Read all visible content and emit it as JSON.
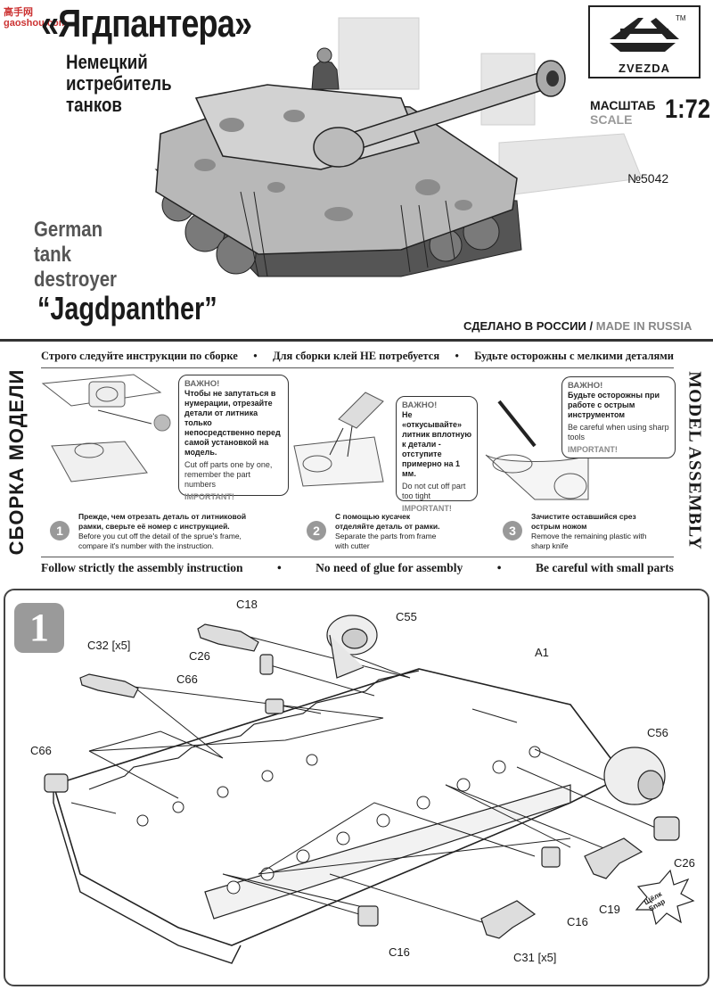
{
  "header": {
    "title_ru": "«Ягдпантера»",
    "subtitle_ru": [
      "Немецкий",
      "истребитель",
      "танков"
    ],
    "subtitle_en": [
      "German",
      "tank",
      "destroyer"
    ],
    "title_en": "“Jagdpanther”",
    "logo": {
      "brand": "ZVEZDA",
      "tm": "TM"
    },
    "scale_label_ru": "МАСШТАБ",
    "scale_label_en": "SCALE",
    "scale_value": "1:72",
    "catalog_number": "№5042",
    "made_ru": "СДЕЛАНО В РОССИИ",
    "made_sep": "/",
    "made_en": "MADE IN RUSSIA",
    "watermark": "高手网 gaoshou.com"
  },
  "assembly": {
    "side_label_ru": "СБОРКА МОДЕЛИ",
    "side_label_en": "MODEL ASSEMBLY",
    "rules_ru": [
      "Строго следуйте инструкции по сборке",
      "Для сборки клей НЕ потребуется",
      "Будьте осторожны с мелкими деталями"
    ],
    "rules_en": [
      "Follow strictly the assembly instruction",
      "No need of glue for assembly",
      "Be careful with small parts"
    ],
    "bullet": "•",
    "notes": [
      {
        "head": "ВАЖНО!",
        "ru": "Чтобы не запутаться в нумерации, отрезайте детали от литника только непосредственно перед самой установкой на модель.",
        "en": "Cut off parts one by one, remember the part numbers",
        "important": "IMPORTANT!"
      },
      {
        "head": "ВАЖНО!",
        "ru": "Не «откусывайте» литник вплотную к детали - отступите примерно на 1 мм.",
        "en": "Do not cut off part too tight",
        "important": "IMPORTANT!"
      },
      {
        "head": "ВАЖНО!",
        "ru": "Будьте осторожны при работе с острым инструментом",
        "en": "Be careful when using sharp tools",
        "important": "IMPORTANT!"
      }
    ],
    "steps": [
      {
        "num": "1",
        "ru": "Прежде, чем отрезать деталь от литниковой рамки, сверьте её номер с инструкцией.",
        "en": "Before you cut off the detail of the sprue's frame, compare it's number with the instruction."
      },
      {
        "num": "2",
        "ru": "С помощью кусачек отделяйте деталь от рамки.",
        "en": "Separate the parts from frame with cutter"
      },
      {
        "num": "3",
        "ru": "Зачистите оставшийся срез острым ножом",
        "en": "Remove the remaining plastic with sharp knife"
      }
    ]
  },
  "step1": {
    "number": "1",
    "parts": [
      "C18",
      "C55",
      "C32 [x5]",
      "C26",
      "A1",
      "C66",
      "C66",
      "C56",
      "C26",
      "C16",
      "C19",
      "C16",
      "C31 [x5]"
    ],
    "snap_badge": "Щёлк\nSnap"
  }
}
